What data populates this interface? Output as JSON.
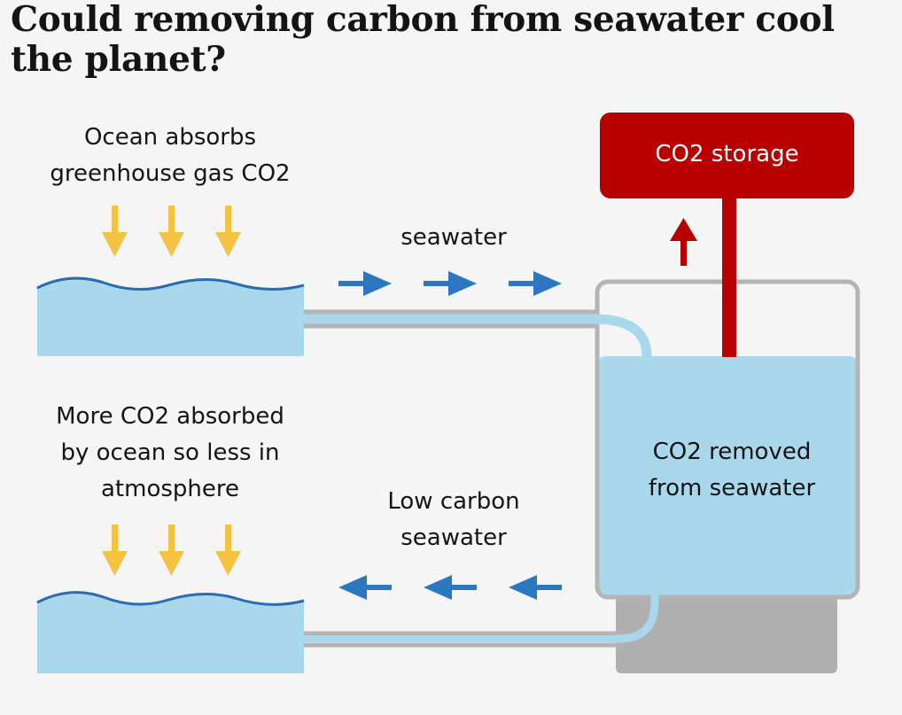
{
  "title": [
    "Could removing carbon from seawater cool",
    "the planet?"
  ],
  "labels": {
    "ocean_absorbs": [
      "Ocean absorbs",
      "greenhouse gas CO2"
    ],
    "seawater": [
      "seawater"
    ],
    "co2_storage": [
      "CO2 storage"
    ],
    "more_co2": [
      "More CO2 absorbed",
      "by ocean so less in",
      "atmosphere"
    ],
    "low_carbon": [
      "Low carbon",
      "seawater"
    ],
    "co2_removed": [
      "CO2 removed",
      "from seawater"
    ]
  },
  "colors": {
    "water": "#a9d8ec",
    "wave_line": "#2b6cb0",
    "sun_arrow": "#f5c242",
    "flow_arrow": "#2d77c0",
    "storage_red": "#b80000",
    "pipe_gray": "#b4b4b4",
    "tank_base": "#b0b0b0",
    "background": "#f5f5f5"
  },
  "icons": {
    "absorb_arrow": "down-arrow-icon",
    "flow_right": "right-arrow-icon",
    "flow_left": "left-arrow-icon",
    "up_arrow": "up-arrow-icon"
  }
}
